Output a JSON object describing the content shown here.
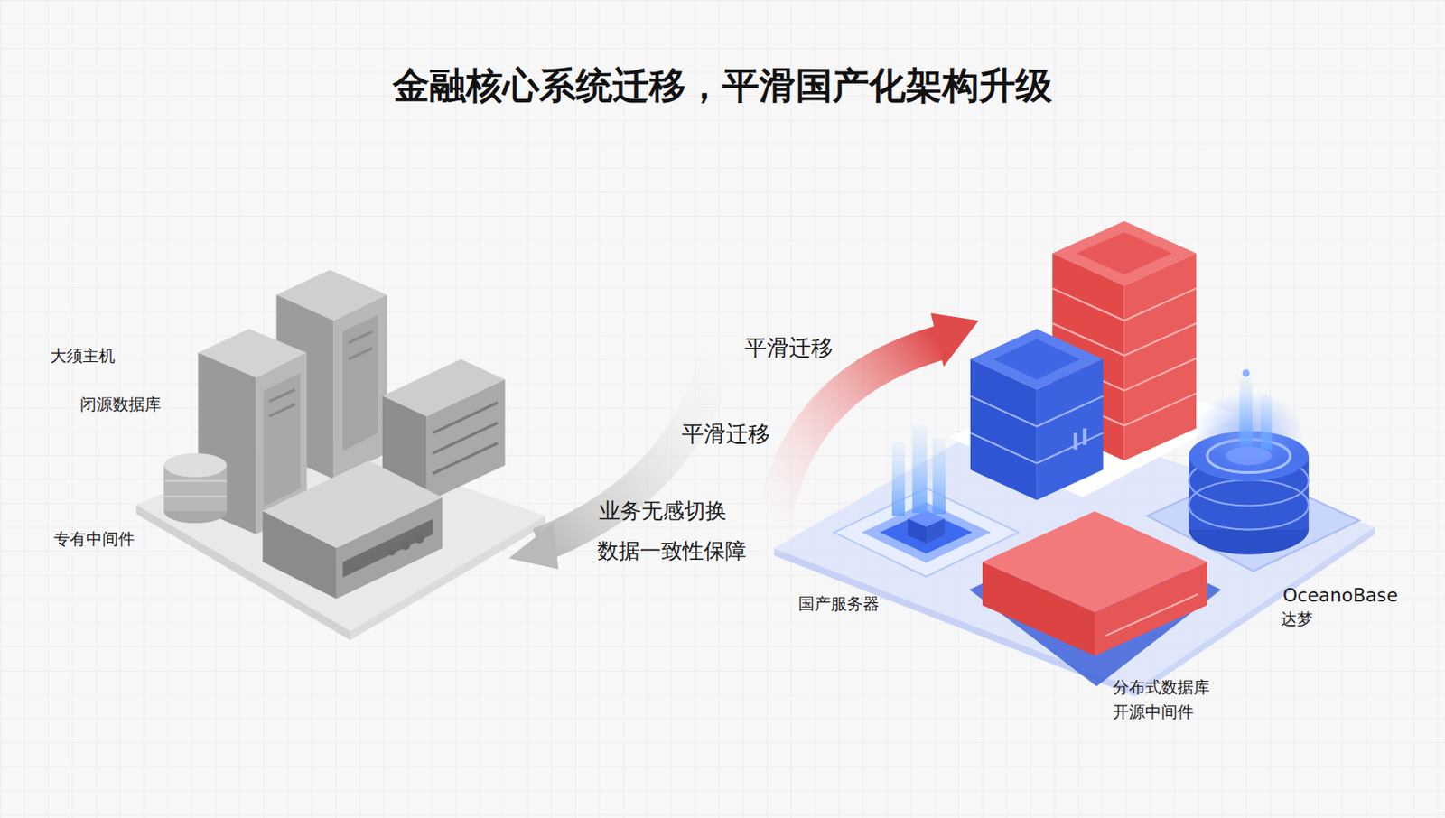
{
  "diagram": {
    "title": "金融核心系统迁移，平滑国产化架构升级",
    "labels": [
      "大须主机",
      "闭源数据库",
      "专有中间件",
      "平滑迁移",
      "平滑迁移",
      "业务无感切换",
      "数据一致性保障",
      "国产服务器",
      "OceanoBase",
      "达梦",
      "分布式数据库",
      "开源中间件"
    ]
  }
}
